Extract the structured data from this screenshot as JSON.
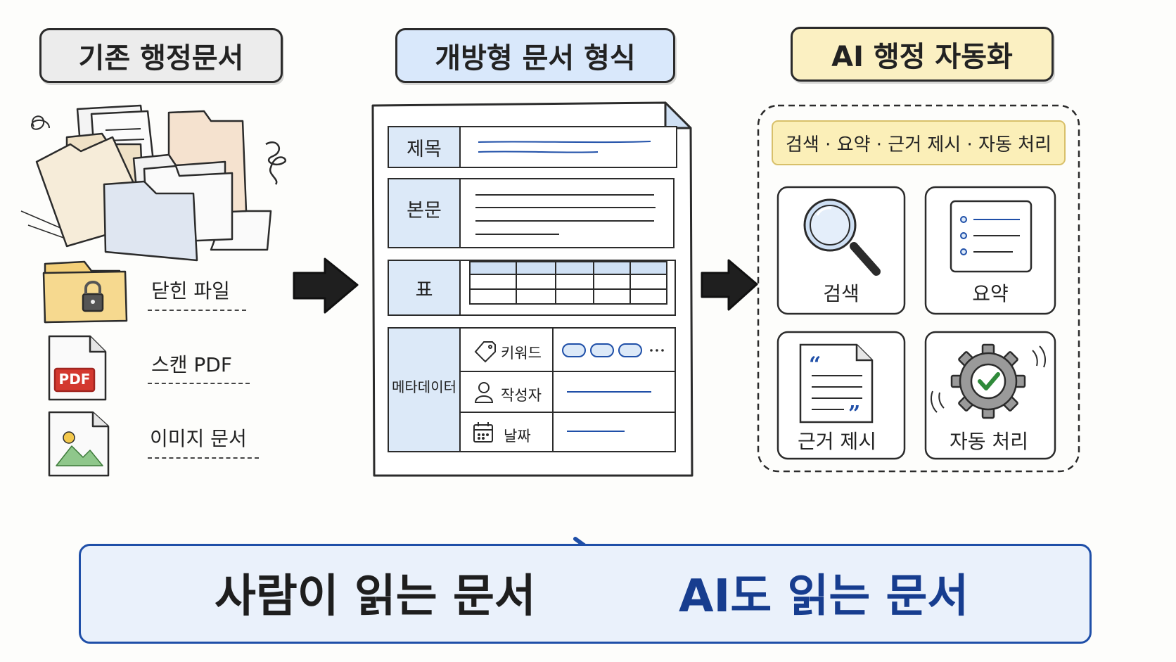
{
  "columns": {
    "legacy": {
      "title": "기존 행정문서"
    },
    "open_format": {
      "title": "개방형 문서 형식"
    },
    "ai_automation": {
      "title": "AI 행정 자동화"
    }
  },
  "legacy_items": [
    {
      "label": "닫힌 파일",
      "icon": "locked-folder-icon"
    },
    {
      "label": "스캔 PDF",
      "icon": "pdf-file-icon",
      "badge": "PDF"
    },
    {
      "label": "이미지 문서",
      "icon": "image-file-icon"
    }
  ],
  "document_sections": {
    "title": "제목",
    "body": "본문",
    "table": "표",
    "metadata": "메타데이터"
  },
  "metadata_fields": {
    "keyword": "키워드",
    "author": "작성자",
    "date": "날짜"
  },
  "ai_functions_summary": "검색 · 요약 · 근거 제시 · 자동 처리",
  "ai_tiles": [
    {
      "label": "검색",
      "icon": "magnifier-icon"
    },
    {
      "label": "요약",
      "icon": "summary-list-icon"
    },
    {
      "label": "근거 제시",
      "icon": "quote-document-icon"
    },
    {
      "label": "자동 처리",
      "icon": "gear-check-icon"
    }
  ],
  "banner": {
    "left": "사람이 읽는 문서",
    "right": "AI도 읽는 문서"
  },
  "colors": {
    "legacy_header_bg": "#ececec",
    "open_header_bg": "#d9e8fb",
    "ai_header_bg": "#fbf0c2",
    "accent_blue": "#1f4fa8",
    "section_blue": "#dce9f8",
    "summary_yellow": "#fbefb8",
    "pdf_red": "#d3382f"
  }
}
